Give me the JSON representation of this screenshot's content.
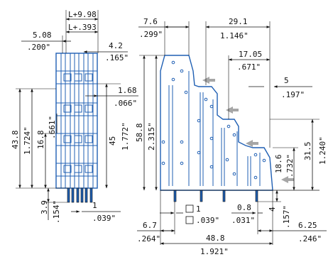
{
  "colors": {
    "outline": "#1f5fb3",
    "dimension": "#111111",
    "arrow": "#a6a6a6"
  },
  "left_view": {
    "pitch_formula": "L+9.98",
    "pitch_formula_in": "L+.393",
    "width_mm": "5.08",
    "width_in": ".200\"",
    "top_offset_mm": "4.2",
    "top_offset_in": ".165\"",
    "step_mm": "1.68",
    "step_in": ".066\"",
    "total_height_mm": "43.8",
    "total_height_in": "1.724\"",
    "mid_height_mm": "16.8",
    "mid_height_in": ".661\"",
    "body_height_mm": "45",
    "body_height_in": "1.772\"",
    "pin_len_mm": "3.9",
    "pin_len_in": ".154\"",
    "pin_w_mm": "1",
    "pin_w_in": ".039\""
  },
  "right_view": {
    "top_left_mm": "7.6",
    "top_left_in": ".299\"",
    "top_span_mm": "29.1",
    "top_span_in": "1.146\"",
    "step2_mm": "17.05",
    "step2_in": ".671\"",
    "step3_mm": "5",
    "step3_in": ".197\"",
    "height_mm": "58.8",
    "height_in": "2.315\"",
    "right_height_mm": "31.5",
    "right_height_in": "1.240\"",
    "low_height_mm": "18.6",
    "low_height_in": ".732\"",
    "pin_sq_mm": "1",
    "pin_sq_in": ".039\"",
    "pin_thk_mm": "0.8",
    "pin_thk_in": ".031\"",
    "pin_len_mm": "4",
    "pin_len_in": ".157\"",
    "left_off_mm": "6.7",
    "left_off_in": ".264\"",
    "right_off_mm": "6.25",
    "right_off_in": ".246\"",
    "total_w_mm": "48.8",
    "total_w_in": "1.921\""
  }
}
